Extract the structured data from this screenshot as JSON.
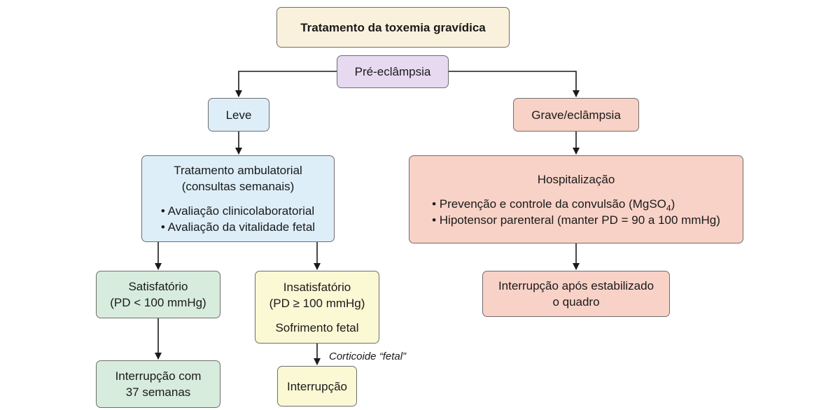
{
  "title": "Tratamento da toxemia gravídica",
  "root": "Pré-eclâmpsia",
  "mild": {
    "label": "Leve",
    "treatment": {
      "line1": "Tratamento ambulatorial",
      "line2": "(consultas semanais)",
      "bullets": [
        "• Avaliação clinicolaboratorial",
        "• Avaliação da vitalidade fetal"
      ]
    },
    "satisfactory": {
      "line1": "Satisfatório",
      "line2": "(PD < 100 mmHg)",
      "outcome_line1": "Interrupção com",
      "outcome_line2": "37 semanas"
    },
    "unsatisfactory": {
      "line1": "Insatisfatório",
      "line2": "(PD ≥ 100 mmHg)",
      "line3": "Sofrimento fetal",
      "note": "Corticoide “fetal”",
      "outcome": "Interrupção"
    }
  },
  "severe": {
    "label": "Grave/eclâmpsia",
    "hospital": {
      "heading": "Hospitalização",
      "bullet1_pre": "• Prevenção e controle da convulsão (MgSO",
      "bullet1_sub": "4",
      "bullet1_post": ")",
      "bullet2": "• Hipotensor parenteral (manter PD = 90 a 100 mmHg)"
    },
    "outcome_line1": "Interrupção após estabilizado",
    "outcome_line2": "o quadro"
  }
}
